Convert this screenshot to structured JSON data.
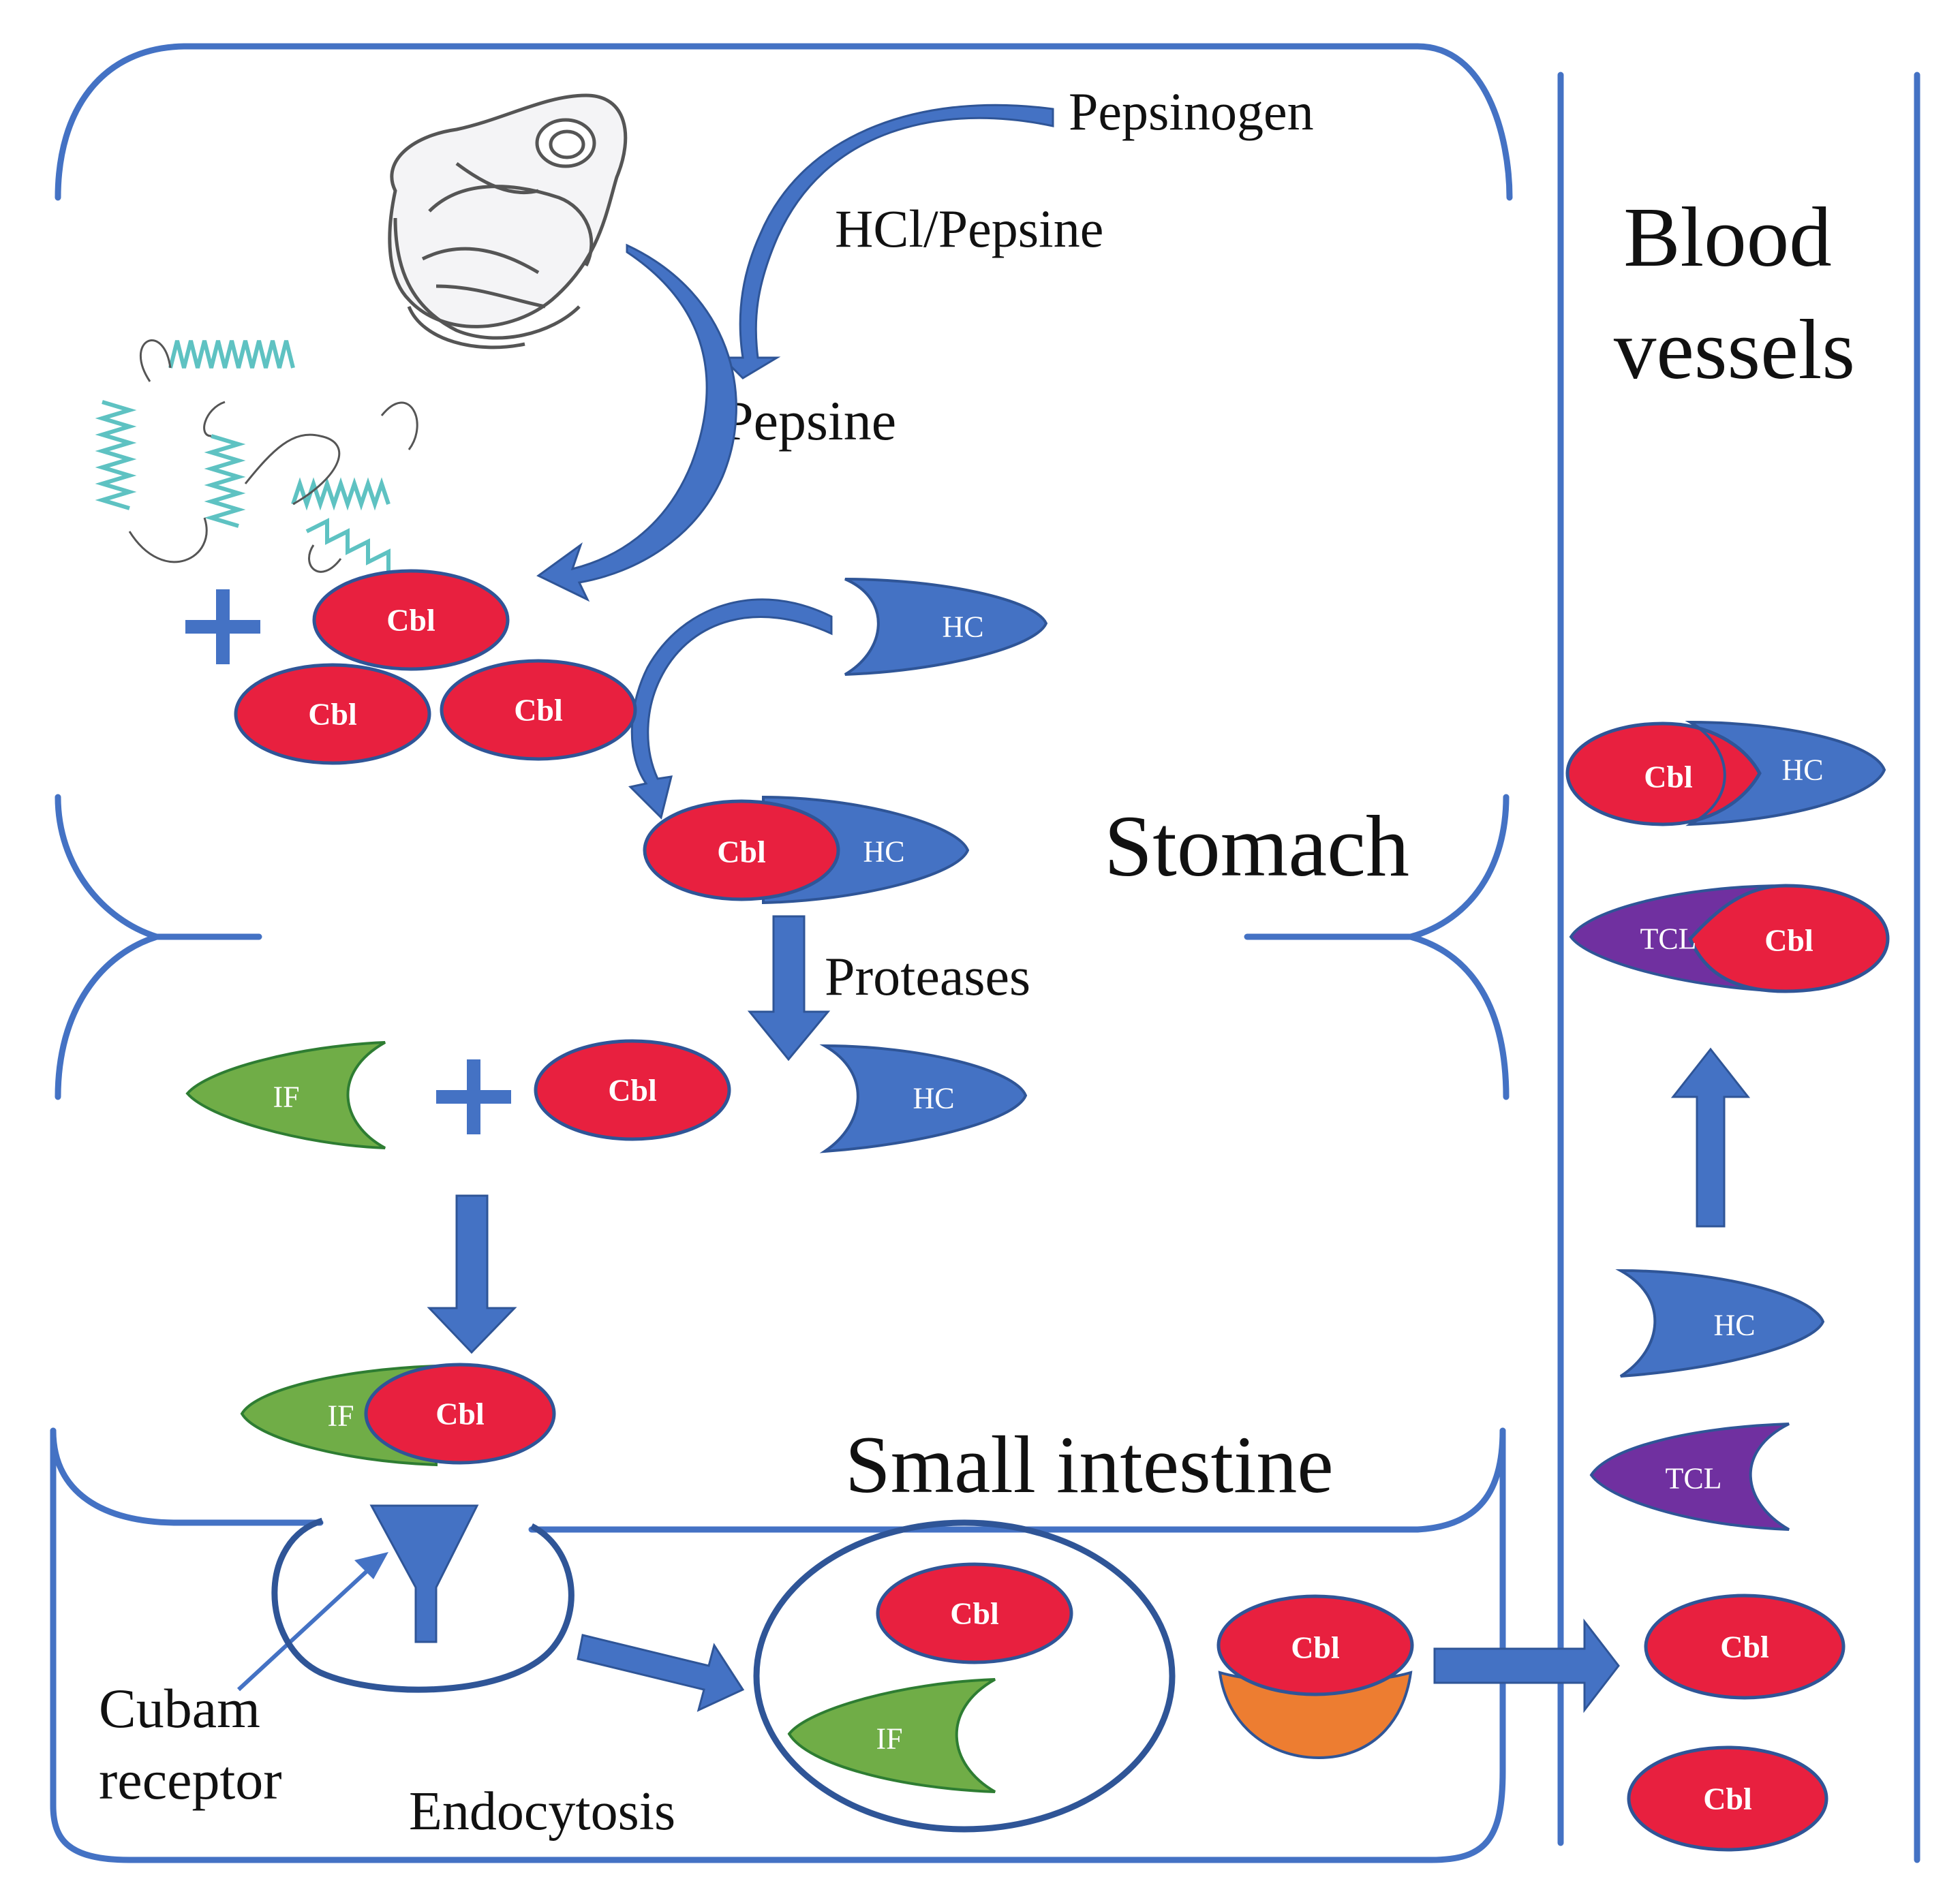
{
  "labels": {
    "pepsinogen": "Pepsinogen",
    "hcl_pepsine": "HCl/Pepsine",
    "pepsine": "Pepsine",
    "proteases": "Proteases",
    "stomach": "Stomach",
    "small_intestine": "Small intestine",
    "blood_line1": "Blood",
    "blood_line2": "vessels",
    "cubam_line1": "Cubam",
    "cubam_line2": "receptor",
    "endocytosis": "Endocytosis"
  },
  "molecules": {
    "cbl": "Cbl",
    "hc": "HC",
    "if": "IF",
    "tcl": "TCL"
  },
  "colors": {
    "cbl": "#e8203f",
    "hc": "#4472c4",
    "if": "#70ad47",
    "tcl": "#7030a0",
    "receptor_cup": "#ed7d31",
    "outline": "#4472c4",
    "arrow": "#4472c4"
  },
  "icons": [
    "meat-icon",
    "protein-icon"
  ]
}
